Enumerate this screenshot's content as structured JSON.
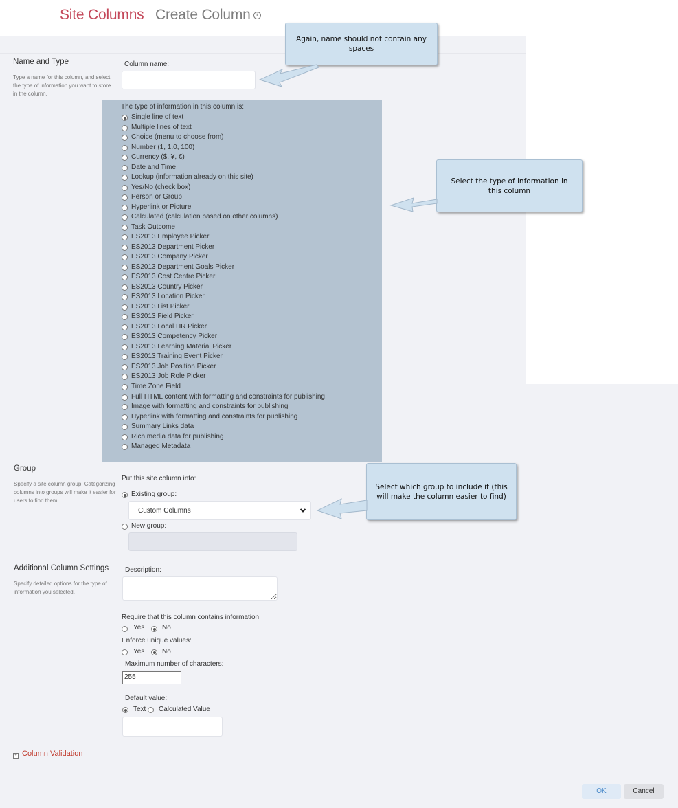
{
  "header": {
    "breadcrumb_root": "Site Columns",
    "page_title": "Create Column"
  },
  "name_type": {
    "title": "Name and Type",
    "description": "Type a name for this column, and select the type of information you want to store in the column.",
    "column_name_label": "Column name:",
    "column_name_value": "",
    "type_heading": "The type of information in this column is:",
    "selected_type": "Single line of text",
    "types": [
      "Single line of text",
      "Multiple lines of text",
      "Choice (menu to choose from)",
      "Number (1, 1.0, 100)",
      "Currency ($, ¥, €)",
      "Date and Time",
      "Lookup (information already on this site)",
      "Yes/No (check box)",
      "Person or Group",
      "Hyperlink or Picture",
      "Calculated (calculation based on other columns)",
      "Task Outcome",
      "ES2013 Employee Picker",
      "ES2013 Department Picker",
      "ES2013 Company Picker",
      "ES2013 Department Goals Picker",
      "ES2013 Cost Centre Picker",
      "ES2013 Country Picker",
      "ES2013 Location Picker",
      "ES2013 List Picker",
      "ES2013 Field Picker",
      "ES2013 Local HR Picker",
      "ES2013 Competency Picker",
      "ES2013 Learning Material Picker",
      "ES2013 Training Event Picker",
      "ES2013 Job Position Picker",
      "ES2013 Job Role Picker",
      "Time Zone Field",
      "Full HTML content with formatting and constraints for publishing",
      "Image with formatting and constraints for publishing",
      "Hyperlink with formatting and constraints for publishing",
      "Summary Links data",
      "Rich media data for publishing",
      "Managed Metadata"
    ]
  },
  "group": {
    "title": "Group",
    "description": "Specify a site column group. Categorizing columns into groups will make it easier for users to find them.",
    "put_into_label": "Put this site column into:",
    "existing_label": "Existing group:",
    "existing_value": "Custom Columns",
    "new_label": "New group:",
    "new_value": ""
  },
  "additional": {
    "title": "Additional Column Settings",
    "description": "Specify detailed options for the type of information you selected.",
    "description_label": "Description:",
    "description_value": "",
    "require_label": "Require that this column contains information:",
    "enforce_label": "Enforce unique values:",
    "yes_label": "Yes",
    "no_label": "No",
    "max_chars_label": "Maximum number of characters:",
    "max_chars_value": "255",
    "default_label": "Default value:",
    "text_label": "Text",
    "calculated_label": "Calculated Value",
    "default_value": ""
  },
  "column_validation": {
    "label": "Column Validation"
  },
  "buttons": {
    "ok": "OK",
    "cancel": "Cancel"
  },
  "callouts": {
    "name": "Again, name should not contain any spaces",
    "type": "Select the type of information in this column",
    "group": "Select which group to include it (this will make the column easier to find)"
  },
  "colors": {
    "accent": "#c4485a",
    "panel": "#b4c3d1",
    "callout": "#cfe1ef",
    "link": "#c0392b"
  }
}
